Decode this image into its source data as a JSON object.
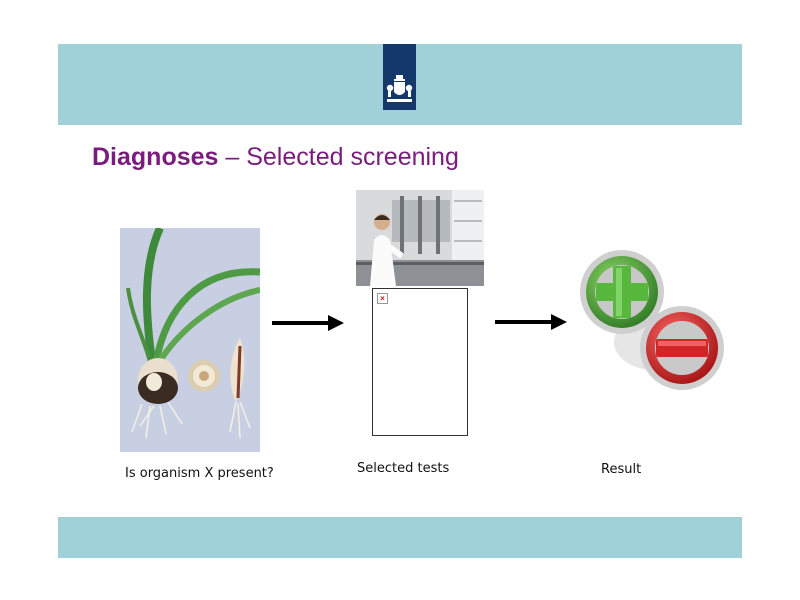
{
  "slide": {
    "title_bold": "Diagnoses",
    "title_rest": " – Selected screening"
  },
  "steps": [
    {
      "caption": "Is organism X present?",
      "image": "bulb-plant-photo"
    },
    {
      "caption": "Selected tests",
      "image": "laboratory-photo"
    },
    {
      "caption": "Result",
      "image": "plus-minus-icon"
    }
  ],
  "colors": {
    "band": "#a0d0d8",
    "logo_background": "#15386b",
    "title": "#7a1c7e",
    "plus": "#3a9a2a",
    "minus": "#cc1f1f"
  }
}
